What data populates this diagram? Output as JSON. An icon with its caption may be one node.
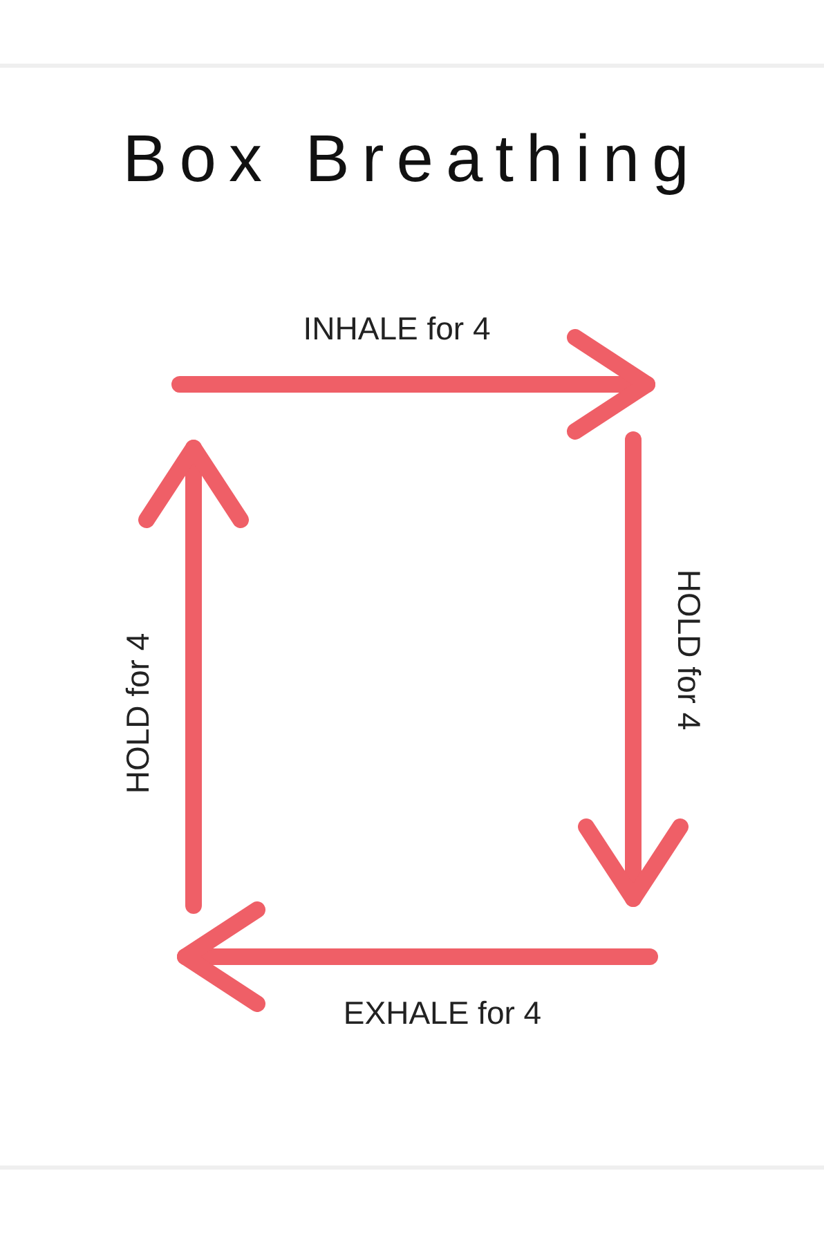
{
  "diagram": {
    "title": "Box Breathing",
    "labels": [
      "INHALE for 4",
      "HOLD for 4",
      "EXHALE for 4",
      "HOLD for 4"
    ]
  }
}
